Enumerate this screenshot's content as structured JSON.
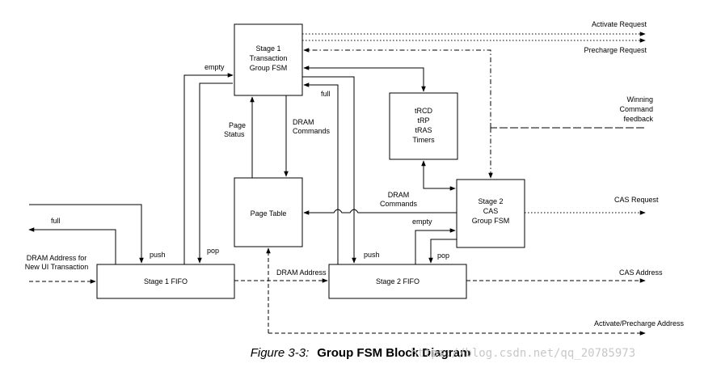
{
  "blocks": {
    "stage1_fsm": [
      "Stage 1",
      "Transaction",
      "Group FSM"
    ],
    "timers": [
      "tRCD",
      "tRP",
      "tRAS",
      "Timers"
    ],
    "page_table": "Page Table",
    "stage2_fsm": [
      "Stage 2",
      "CAS",
      "Group FSM"
    ],
    "stage1_fifo": "Stage 1 FIFO",
    "stage2_fifo": "Stage 2 FIFO"
  },
  "signals": {
    "activate_request": "Activate Request",
    "precharge_request": "Precharge Request",
    "winning_command_feedback": [
      "Winning",
      "Command",
      "feedback"
    ],
    "cas_request": "CAS Request",
    "cas_address": "CAS Address",
    "activate_precharge_address": "Activate/Precharge Address",
    "dram_address_new_ui": [
      "DRAM Address for",
      "New UI Transaction"
    ],
    "full_left": "full",
    "push_left": "push",
    "empty_s1": "empty",
    "pop_s1": "pop",
    "page_status": [
      "Page",
      "Status"
    ],
    "dram_commands_s1": [
      "DRAM",
      "Commands"
    ],
    "full_s2": "full",
    "dram_commands_s2": [
      "DRAM",
      "Commands"
    ],
    "empty_s2": "empty",
    "pop_s2": "pop",
    "push_s2": "push",
    "dram_address_mid": "DRAM Address"
  },
  "caption": {
    "figure": "Figure 3-3:",
    "title": "Group FSM Block Diagram"
  },
  "watermark": "https://blog.csdn.net/qq_20785973"
}
